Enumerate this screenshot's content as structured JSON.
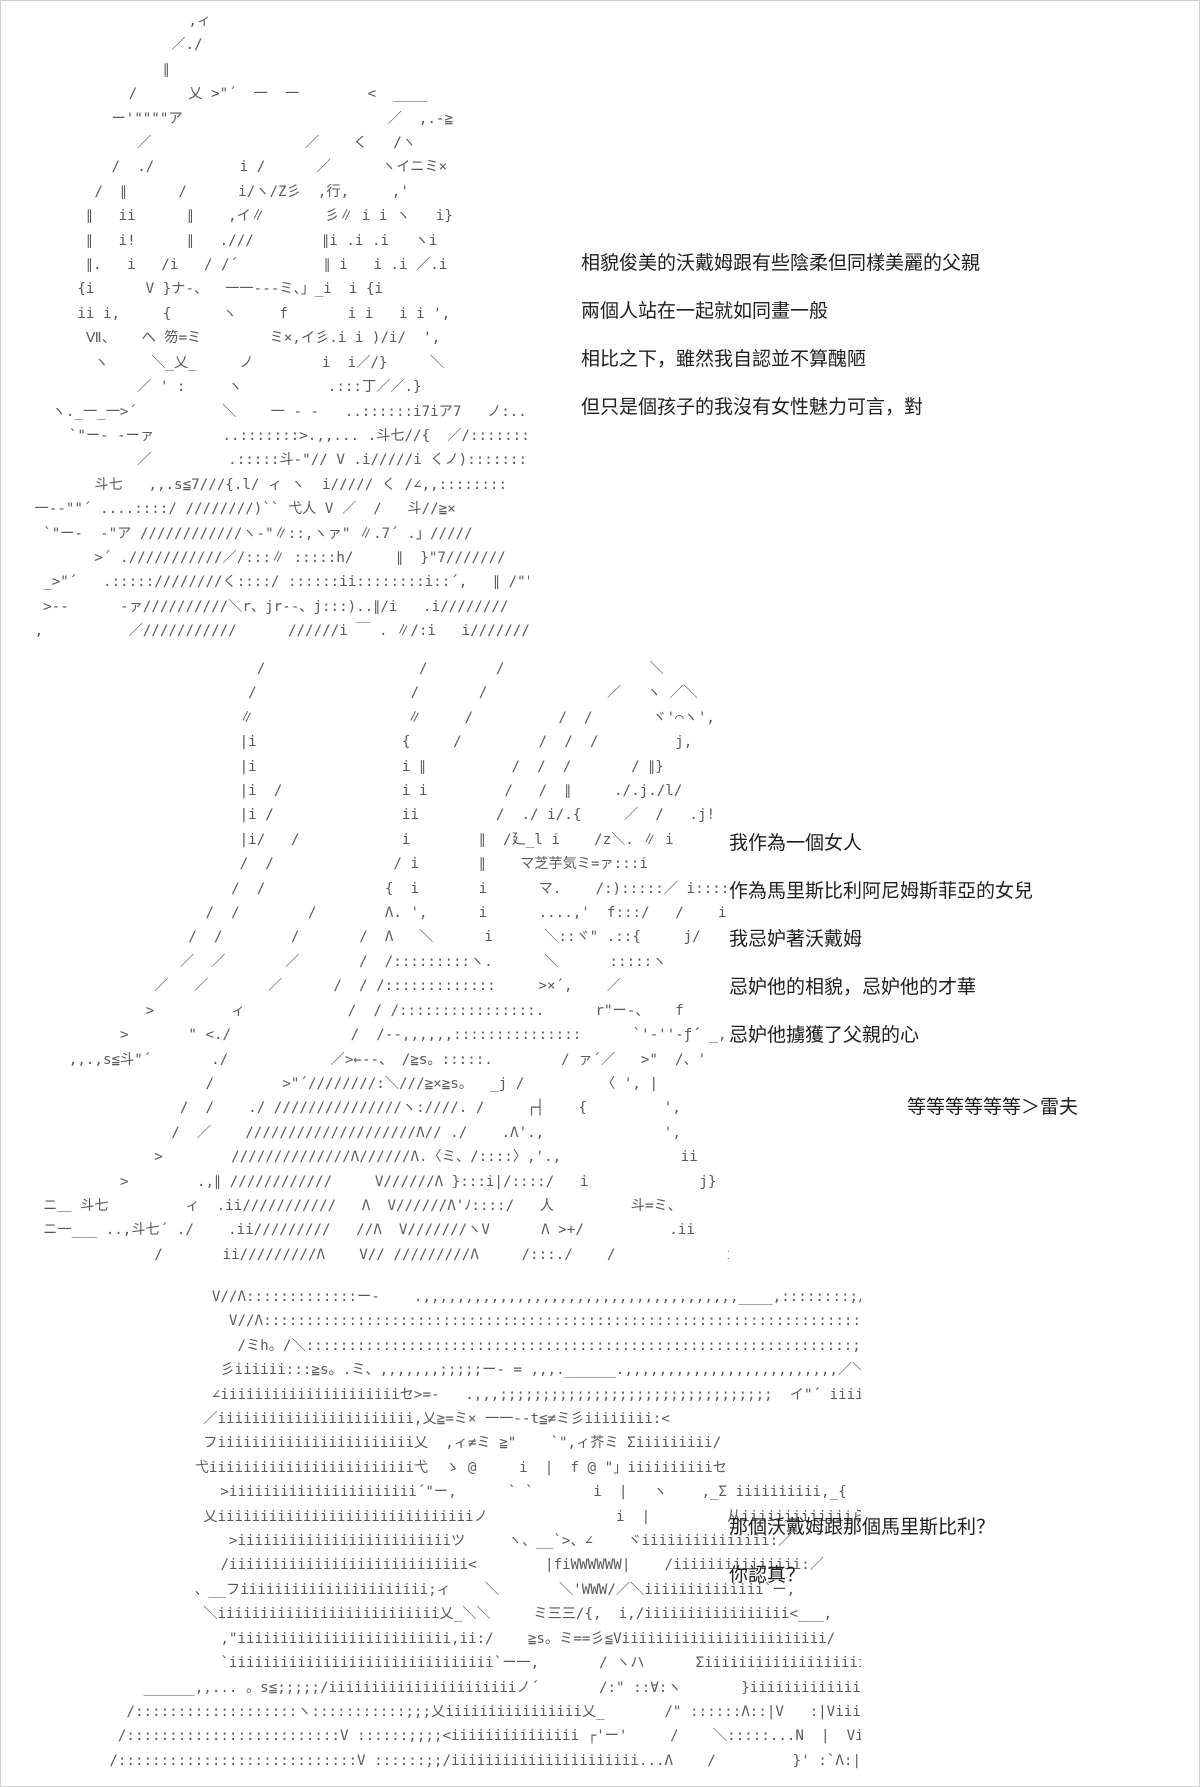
{
  "caption_block_1": [
    "相貌俊美的沃戴姆跟有些陰柔但同樣美麗的父親",
    "兩個人站在一起就如同畫一般",
    "相比之下，雖然我自認並不算醜陋",
    "但只是個孩子的我沒有女性魅力可言，對"
  ],
  "caption_block_2": [
    "我作為一個女人",
    "作為馬里斯比利阿尼姆斯菲亞的女兒",
    "我忌妒著沃戴姆",
    "忌妒他的相貌，忌妒他的才華",
    "忌妒他擄獲了父親的心"
  ],
  "caption_block_2_tail": "等等等等等等＞雷夫",
  "caption_block_3": [
    "那個沃戴姆跟那個馬里斯比利？",
    "你認真？"
  ],
  "ascii_art_1": "                     ,ィ\n                   ／./\n                  ∥\n              /      乂 >\"´  一  一        <  ____\n            ー'\"\"\"\"ア                        ／  ,.-≧\n               ／                  ／    く   /ヽ\n            /  ./          i /      ／      ヽイニミ×\n          /  ∥      /      i/ヽ/Z彡  ,行,     ,'\n         ∥   ii      ∥    ,イ∥       彡∥ i i ヽ   i}\n         ∥   i!      ∥   .///        ∥i .i .i   ヽi\n         ∥.   i   /i   / /´          ∥ i   i .i ／.i\n        {i      V }ナ-、  一一---ミ、」_i  i {i\n        ii i,     {      ヽ     f       i i   i i ',\n         Ⅶ、   へ 笏=ミ        ミ×,イ彡.i i )/i/  ',\n          ヽ     ＼_乂_     ノ        i  i／/}     ＼\n               ／ ' :     ヽ          .:::丁／／.}\n     ヽ._一_一>´          ＼    一 - -   ..::::::i7iア7   ノ:..\n       `\"ー- -ーァ        ..:::::::>.,,... .斗七//{  ／/:::::::::\n               ／         .:::::斗-\"// V .i/////i くノ):::::::::\n          斗七   ,,.s≦7///{.l/ ィ ヽ  i///// く /∠,,::::::::\n   一--\"\"´ ....::::/ ////////)`` 弋人 V ／  /   斗//≧×\n    `\"ー-  -\"ア ////////////ヽ-\"∥::,ヽァ\" ∥.7´ .」/////\n          >´ .///////////／/:::∥ :::::h/     ∥  }\"7///////\n    _>\"´   .:::::////////く::::/ ::::::ii::::::::i::´,   ∥ /\"\"i///////\n    >--      -ァ//////////＼r、jr--、j:::)..∥/i   .i////////\n   ,          ／///////////      //////i ￣ . ∥/:i   i////////",
  "ascii_art_2": "                             /                  /        /                 ＼\n                            /                  /       /              ／   ヽ ／＼\n                           ∥                  ∥     /          /  /       ヾ'⌒ヽ',\n                           |i                 {     /         /  /  /         j,     リ\n                           |i                 i ∥          /  /  /       / ∥}\n                           |i  /              i i         /   /  ∥     ./.j./l/\n                           |i /               ii         /  ./ i/.{     ／  /   .j!\n                           |i/   /            i        ∥  /廴_l i    /z＼. ∥ i\n                           /  /              / i       ∥    マ芝芋気ミ=ァ:::i\n                          /  /              {  i       i      マ.    /:):::::／ i::::i\n                       /  /        /        Λ. ',      i      ....,'  f:::/   /    i::::i\n                     /  /        /       /  Λ   ＼      i      ＼::ヾ\" .::{     j/\n                    ／  ／       ／       /  /:::::::::ヽ.      ＼      :::::ヽ\n                 ／   ／       ／      /  / /:::::::::::::     >×´,    ／\n                >         ィ            /  / /::::::::::::::::.      r\"ー-、   f\n             >       \" <./              /  /--,,,,,,:::::::::::::::      `'-''-ƒ´ _,. - ヘ\n       ,,.,s≦斗\"´       ./            ／>←--、 /≧s。:::::.        / ァ´／   >\"  /、'\n                       /        >\"´////////:＼///≧×≧s。  _j /         〈 ', |\n                    /  /    ./ ///////////////ヽ:////. /     ┌┤    {         ',\n                   /  ／    ////////////////////Λ// ./    .Λ'.,              ',\n                 >        //////////////Λ//////Λ.〈ミ、/::::〉,'.,              ii\n             >        .,∥ ////////////     V//////Λ }:::i|/::::/   i             j}\n    ニ＿ 斗七         ィ  .ii///////////   Λ  V//////Λ'ﾉ::::/   人         斗=ミ、\n    ニ一___ ..,斗七´ ./    .ii/////////   //Λ  V///////ヽV      Λ >+/          .ii\n                 /       ii/////////Λ    V// /////////Λ     /:::./    /             ii",
  "ascii_art_3": "                    V//Λ:::::::::::::ー-    .,,,,,,,,,,,,,,,,,,,,,,,,,,,,,,,,,,,,,____,::::::::;/::::::::/\n                      V//Λ::::::::::::::::::::::::::::::::::::::::::::::::::::::::::::::::::::::::; /::::::/\n                       /ミh。/＼::::::::::::::::::::::::::::::::::::::::::::::::::::::::::::::::; .::::::/\n                     彡iiiiii:::≧s。.ミ、,,,,,,,;;;;;ー- = ,,,.______.,,,,,,,,,,,,,,,,,,,,,,,,,／＼\n                    ∠iiiiiiiiiiiiiiiiiiiiiセ>=-   .,,,;;;;;;;;;;;;;;;;;;;;;;;;;;;;;;;;  イ\"´ iiiiii<\n                   ／iiiiiiiiiiiiiiiiiiiiiii,乂≧=ミ× 一一--t≦≠ミ彡iiiiiiii:<\n                   フiiiiiiiiiiiiiiiiiiiiiii乂  ,ィ≠ミ ≧\"    `\",ィ芥ミ Σiiiiiiiii/\n                  弋iiiiiiiiiiiiiiiiiiiiiiii弋  ゝ @     i  |  f @ \"」iiiiiiiiiiセ\n                     >iiiiiiiiiiiiiiiiiiiiii´\"ー,      ` `       i  |   ヽ    ,_Σ iiiiiiiiii,_{\n                   乂iiiiiiiiiiiiiiiiiiiiiiiiiiiiiiノ               i  |         从iiiiiiiiiiiiiら,\n                      >iiiiiiiiiiiiiiiiiiiiiiiiiツ     ヽ、__`>、∠    ヾiiiiiiiiiiiiiii:／\n                     /iiiiiiiiiiiiiiiiiiiiiiiiiiii<        |fiWWWWWW|    /iiiiiiiiiiiiiii:／\n                  、__フiiiiiiiiiiiiiiiiiiiiii;ィ    ＼       ＼'WWW/／＼iiiiiiiiiiiiii`ー,\n                   ＼iiiiiiiiiiiiiiiiiiiiiiiiii乂_＼＼     ミ三三/{,  i,/iiiiiiiiiiiiiiiii<___,\n                     ,\"iiiiiiiiiiiiiiiiiiiiiiiii,ii:/    ≧s。ミ==彡≦Viiiiiiiiiiiiiiiiiiiiiiii/\n                     `iiiiiiiiiiiiiiiiiiiiiiiiiiiiiii`ー一,       / ヽハ      Σiiiiiiiiiiiiiiiiiiiiii/ヽ、\n            ______,,... 。s≦;;;;;/iiiiiiiiiiiiiiiiiiiiiiノ´       /:\" ::∀:ヽ       }iiiiiiiiiiiiiiiiiiiiiiiii>一----ミ×\n          /:::::::::::::::::::ヽ:::::::::::;;;乂iiiiiiiiiiiiiiii乂_       /\" ::::::Λ::|V   :|Viiiiiiiiiiiiiiiiiiiiii<:::´,::::::::::::::Λ\n         /:::::::::::::::::::::::::V ::::::;;;;<iiiiiiiiiiiiiii ┌'ー'     /    ＼:::::...N  |  Viiiiiiiiiiiiiiiiii{:::::´,::::::::::::::::::::Λ\n        /::::::::::::::::::::::::::::V ::::::;;/iiiiiiiiiiiiiiiiiiiiii...Λ    /         }' :`Λ:|   Viiiiiiiiiiiiiiiiii{::::::´,:::::::::::::::::::::::Λ"
}
